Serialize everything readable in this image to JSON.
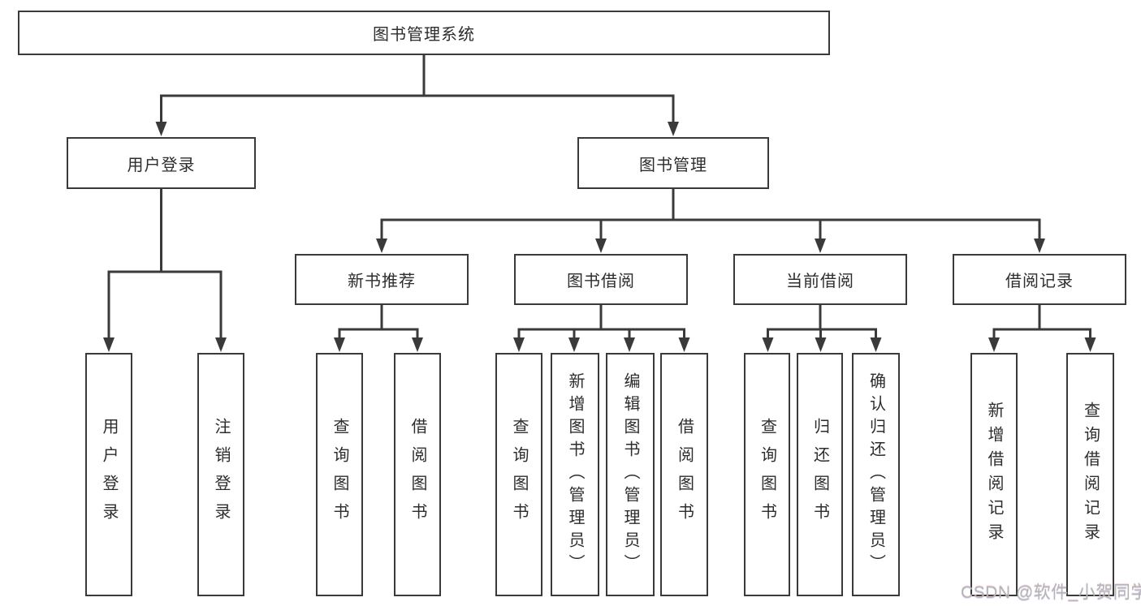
{
  "tree": {
    "root": {
      "label": "图书管理系统"
    },
    "branches": [
      {
        "label": "用户登录",
        "children": [
          {
            "label": "用户登录"
          },
          {
            "label": "注销登录"
          }
        ]
      },
      {
        "label": "图书管理",
        "children": [
          {
            "label": "新书推荐",
            "children": [
              {
                "label": "查询图书"
              },
              {
                "label": "借阅图书"
              }
            ]
          },
          {
            "label": "图书借阅",
            "children": [
              {
                "label": "查询图书"
              },
              {
                "label": "新增图书（管理员）"
              },
              {
                "label": "编辑图书（管理员）"
              },
              {
                "label": "借阅图书"
              }
            ]
          },
          {
            "label": "当前借阅",
            "children": [
              {
                "label": "查询图书"
              },
              {
                "label": "归还图书"
              },
              {
                "label": "确认归还（管理员）"
              }
            ]
          },
          {
            "label": "借阅记录",
            "children": [
              {
                "label": "新增借阅记录"
              },
              {
                "label": "查询借阅记录"
              }
            ]
          }
        ]
      }
    ]
  },
  "watermark": {
    "text": "CSDN @软件_小贺同学"
  },
  "colors": {
    "line": "#3a3a3a",
    "box_border": "#3a3a3a",
    "text": "#2d2d2d",
    "watermark": "#b5b5b5",
    "background": "#ffffff"
  }
}
